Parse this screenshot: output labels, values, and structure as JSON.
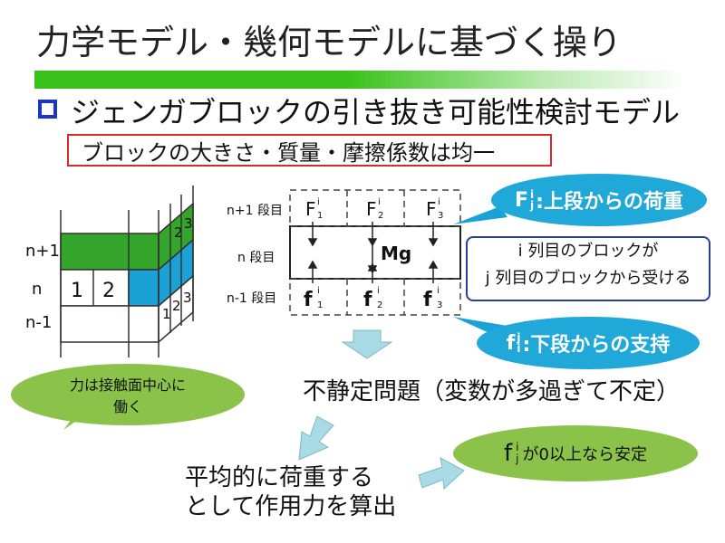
{
  "title": "力学モデル・幾何モデルに基づく操り",
  "subtitle": "ジェンガブロックの引き抜き可能性検討モデル",
  "note": "ブロックの大きさ・質量・摩擦係数は均一",
  "stack": {
    "row_labels": [
      "n+1",
      "n",
      "n-1"
    ],
    "front_numbers": [
      "1",
      "2"
    ],
    "side_numbers_top": [
      "2",
      "3"
    ],
    "side_numbers_bottom": [
      "1",
      "2",
      "3"
    ]
  },
  "forces": {
    "row_labels": [
      "n+1 段目",
      "n 段目",
      "n-1 段目"
    ],
    "upper_forces": [
      "F",
      "F",
      "F"
    ],
    "lower_forces": [
      "f",
      "f",
      "f"
    ],
    "upper_super": [
      "i",
      "i",
      "i"
    ],
    "upper_sub": [
      "1",
      "2",
      "3"
    ],
    "lower_super": [
      "i",
      "i",
      "i"
    ],
    "lower_sub": [
      "1",
      "2",
      "3"
    ],
    "mg": "Mg"
  },
  "bubble_upper": {
    "sym": "F",
    "sup": "i",
    "sub": "j",
    "text": ":上段からの荷重"
  },
  "bubble_lower": {
    "sym": "f",
    "sup": "j",
    "sub": "i",
    "text": ":下段からの支持"
  },
  "info": {
    "line1": "i  列目のブロックが",
    "line2": "j   列目のブロックから受ける"
  },
  "bubble_force": {
    "line1": "力は接触面中心に",
    "line2": "働く"
  },
  "problem": "不静定問題（変数が多過ぎて不定）",
  "method": {
    "line1": "平均的に荷重する",
    "line2": "として作用力を算出"
  },
  "result": {
    "sym": "f",
    "sup": "i",
    "sub": "j",
    "text": "が0以上なら安定"
  },
  "colors": {
    "green": "#39b42a",
    "blue": "#1aa2d6",
    "title_bar": "#39c21b",
    "note_border": "#d62b2b",
    "arrow": "#a9dbe6"
  }
}
